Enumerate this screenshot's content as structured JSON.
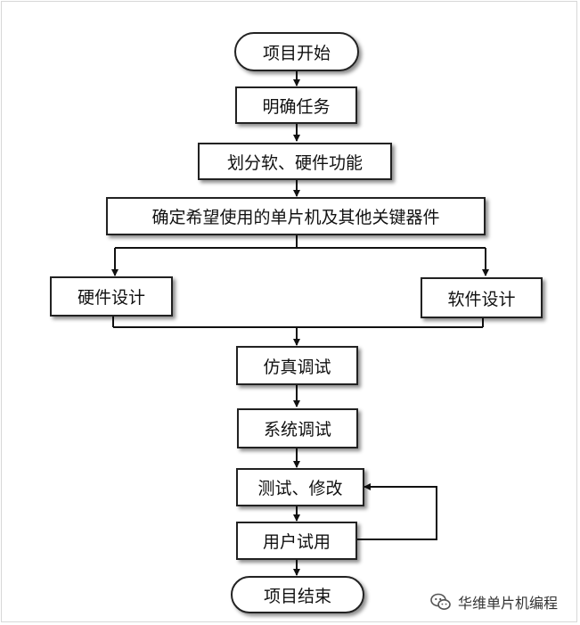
{
  "flowchart": {
    "start": "项目开始",
    "define_task": "明确任务",
    "divide_functions": "划分软、硬件功能",
    "select_components": "确定希望使用的单片机及其他关键器件",
    "hardware_design": "硬件设计",
    "software_design": "软件设计",
    "simulation_debug": "仿真调试",
    "system_debug": "系统调试",
    "test_modify": "测试、修改",
    "user_trial": "用户试用",
    "end": "项目结束"
  },
  "watermark": {
    "text": "华维单片机编程",
    "icon": "wechat-logo-icon"
  },
  "colors": {
    "line": "#111111",
    "border": "#222222",
    "background": "#ffffff"
  }
}
